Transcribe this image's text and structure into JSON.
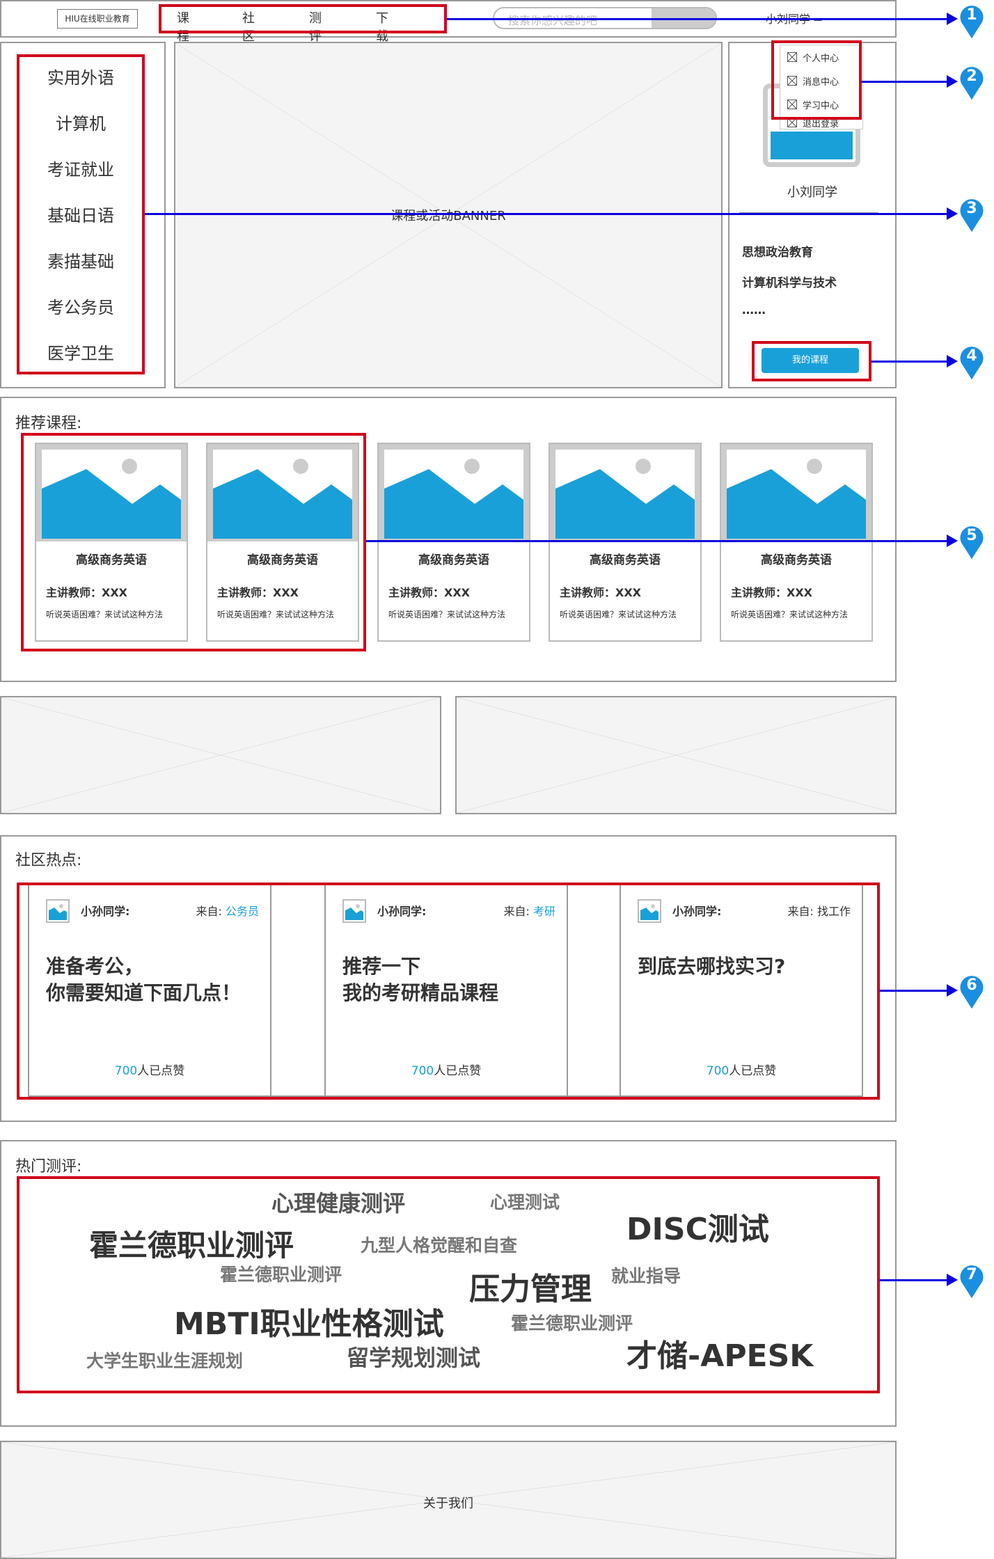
{
  "header": {
    "logo": "HIU在线职业教育",
    "nav": [
      "课程",
      "社区",
      "测评",
      "下载APP"
    ],
    "search_placeholder": "搜索你感兴趣的吧",
    "user": "小刘同学"
  },
  "user_menu": [
    "个人中心",
    "消息中心",
    "学习中心",
    "退出登录"
  ],
  "categories": [
    "实用外语",
    "计算机",
    "考证就业",
    "基础日语",
    "素描基础",
    "考公务员",
    "医学卫生"
  ],
  "banner_label": "课程或活动BANNER",
  "profile": {
    "name": "小刘同学",
    "courses": [
      "思想政治教育",
      "计算机科学与技术",
      "……"
    ],
    "my_courses_button": "我的课程"
  },
  "recommended": {
    "title": "推荐课程:",
    "courses": [
      {
        "title": "高级商务英语",
        "teacher": "主讲教师：XXX",
        "desc": "听说英语困难？来试试这种方法"
      },
      {
        "title": "高级商务英语",
        "teacher": "主讲教师：XXX",
        "desc": "听说英语困难？来试试这种方法"
      },
      {
        "title": "高级商务英语",
        "teacher": "主讲教师：XXX",
        "desc": "听说英语困难？来试试这种方法"
      },
      {
        "title": "高级商务英语",
        "teacher": "主讲教师：XXX",
        "desc": "听说英语困难？来试试这种方法"
      },
      {
        "title": "高级商务英语",
        "teacher": "主讲教师：XXX",
        "desc": "听说英语困难？来试试这种方法"
      }
    ]
  },
  "community": {
    "title": "社区热点:",
    "posts": [
      {
        "user": "小孙同学:",
        "from_label": "来自:",
        "from": "公务员",
        "from_colored": true,
        "title_lines": [
          "准备考公，",
          "你需要知道下面几点！"
        ],
        "likes": "700",
        "likes_label": "人已点赞"
      },
      {
        "user": "小孙同学:",
        "from_label": "来自:",
        "from": "考研",
        "from_colored": true,
        "title_lines": [
          "推荐一下",
          "我的考研精品课程"
        ],
        "likes": "700",
        "likes_label": "人已点赞"
      },
      {
        "user": "小孙同学:",
        "from_label": "来自:",
        "from": "找工作",
        "from_colored": false,
        "title_lines": [
          "到底去哪找实习?",
          ""
        ],
        "likes": "700",
        "likes_label": "人已点赞"
      }
    ]
  },
  "assessments": {
    "title": "热门测评:",
    "words": [
      "心理健康测评",
      "心理测试",
      "DISC测试",
      "霍兰德职业测评",
      "九型人格觉醒和自查",
      "霍兰德职业测评",
      "压力管理",
      "就业指导",
      "MBTI职业性格测试",
      "霍兰德职业测评",
      "才储-APESK",
      "大学生职业生涯规划",
      "留学规划测试"
    ]
  },
  "footer": {
    "label": "关于我们"
  },
  "annotations": [
    "1",
    "2",
    "3",
    "4",
    "5",
    "6",
    "7"
  ],
  "colors": {
    "accent": "#1aa0d8",
    "annotation_red": "#d0021b",
    "connector_blue": "#0b00e0",
    "marker_blue": "#1a8fe0",
    "gray_border": "#999999"
  }
}
